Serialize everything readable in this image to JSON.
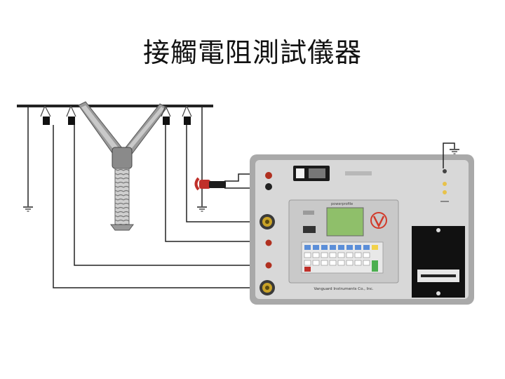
{
  "slide": {
    "title": "接觸電阻測試儀器"
  },
  "instrument": {
    "brand_logo_text": "powerprofile",
    "nameplate": "Vanguard Instruments Co., Inc.",
    "colors": {
      "panel": "#d8d8d8",
      "panel_border": "#a9a9a9",
      "lcd": "#8fbf6a",
      "logo_red": "#d23a2a",
      "terminal_red": "#b03020",
      "key_blue": "#5b8ed8",
      "clamp_red": "#c0302a",
      "wire": "#222222"
    }
  },
  "icons": {
    "ground": "ground-symbol-icon",
    "logo": "vanguard-v-logo-icon",
    "clamp": "current-clamp-icon"
  }
}
